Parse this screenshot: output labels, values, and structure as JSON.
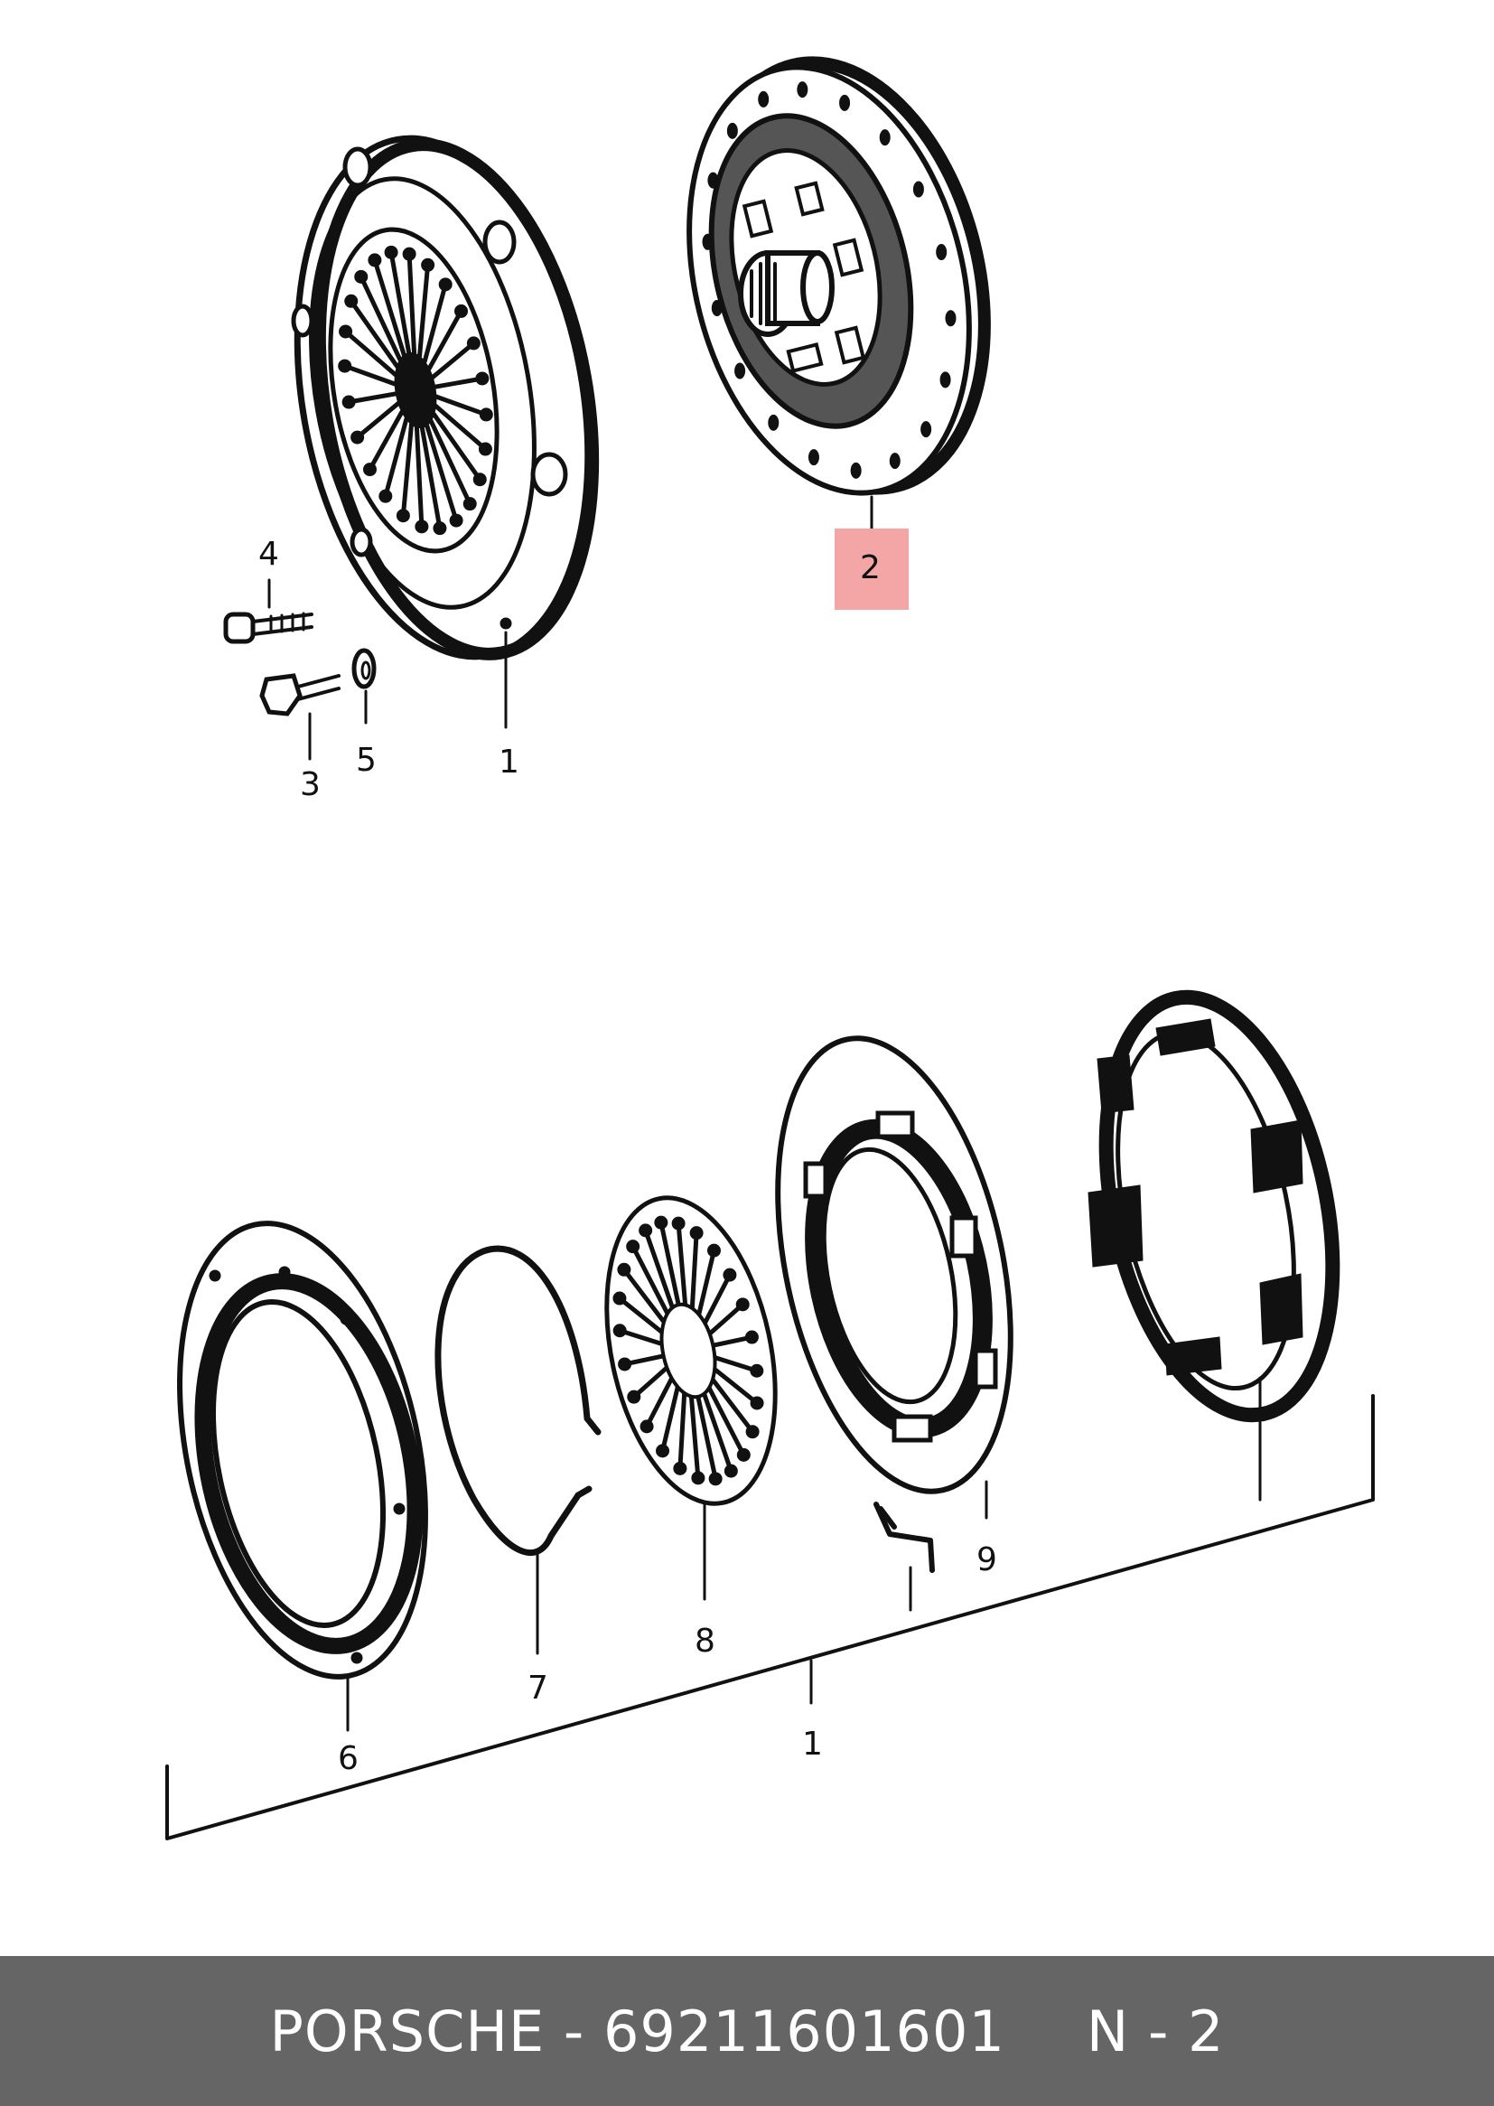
{
  "callouts": {
    "c1_top": "1",
    "c2": "2",
    "c3": "3",
    "c4": "4",
    "c5": "5",
    "c1_bottom": "1",
    "c6": "6",
    "c7": "7",
    "c8": "8",
    "c9": "9"
  },
  "highlight_color": "#f4a5a5",
  "footer": {
    "part_text": "PORSCHE - 69211601601",
    "ref_text": "N - 2",
    "background": "#656565"
  }
}
